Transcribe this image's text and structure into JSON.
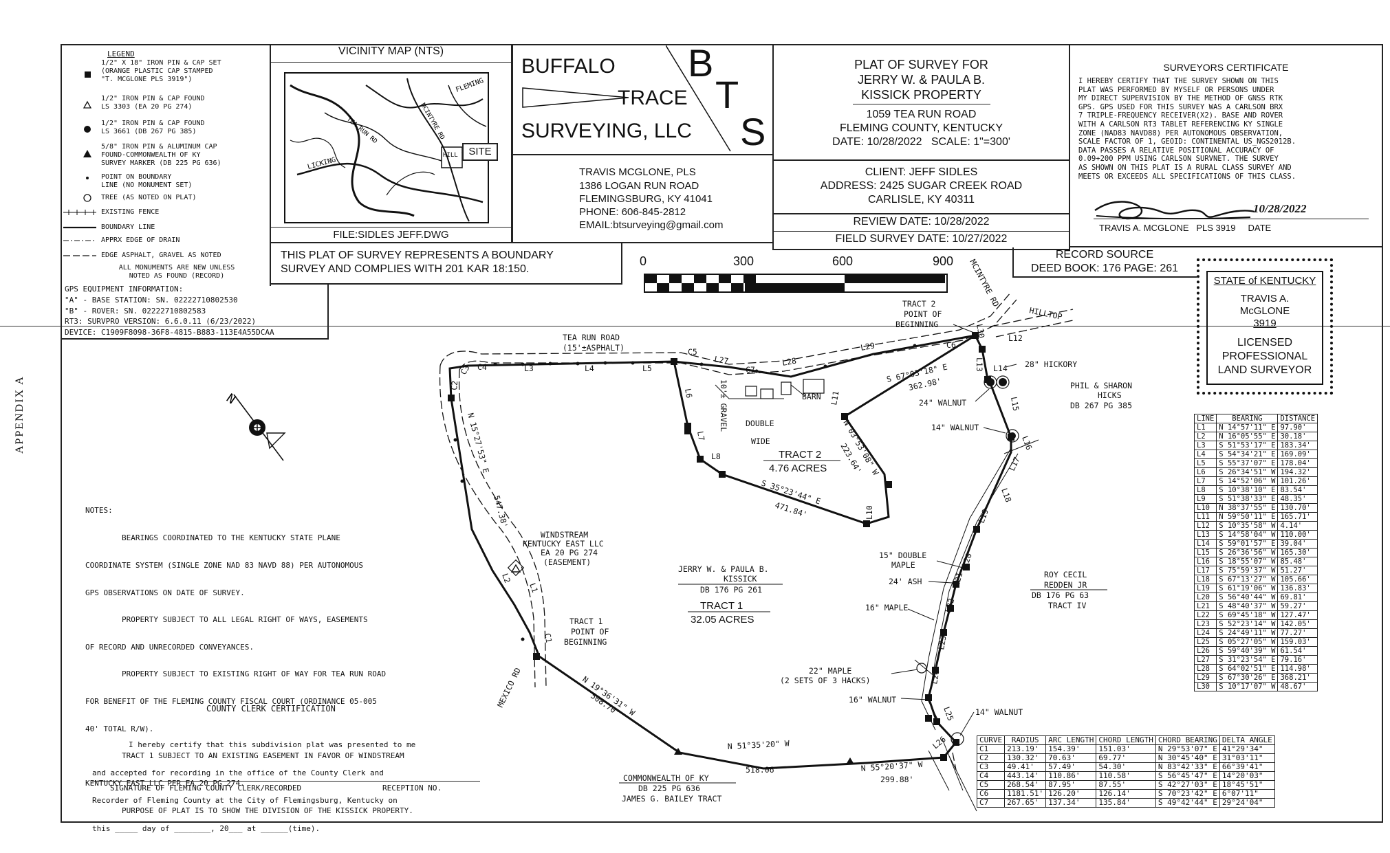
{
  "sheet_side_label": "APPENDIX A",
  "legend": {
    "title": "LEGEND",
    "items": [
      {
        "symbol": "square",
        "text": "1/2\" X 18\" IRON PIN & CAP SET\n(ORANGE PLASTIC CAP STAMPED\n\"T. MCGLONE PLS 3919\")"
      },
      {
        "symbol": "triangle-open",
        "text": "1/2\" IRON PIN & CAP FOUND\nLS 3303 (EA 20 PG 274)"
      },
      {
        "symbol": "circle-filled",
        "text": "1/2\" IRON PIN & CAP FOUND\nLS 3661 (DB 267 PG 385)"
      },
      {
        "symbol": "triangle-filled",
        "text": "5/8\" IRON PIN & ALUMINUM CAP\nFOUND-COMMONWEALTH OF KY\nSURVEY MARKER (DB 225 PG 636)"
      },
      {
        "symbol": "dot",
        "text": "POINT ON BOUNDARY\nLINE (NO MONUMENT SET)"
      },
      {
        "symbol": "circle-open",
        "text": "TREE (AS NOTED ON PLAT)"
      },
      {
        "symbol": "fence",
        "text": "EXISTING FENCE"
      },
      {
        "symbol": "boundary",
        "text": "BOUNDARY LINE"
      },
      {
        "symbol": "drain",
        "text": "APPRX EDGE OF DRAIN"
      },
      {
        "symbol": "asphalt",
        "text": "EDGE ASPHALT, GRAVEL AS NOTED"
      }
    ],
    "footnote": "ALL MONUMENTS ARE NEW UNLESS\nNOTED AS FOUND (RECORD)"
  },
  "gps": {
    "title": "GPS EQUIPMENT INFORMATION:",
    "lines": [
      "\"A\" - BASE STATION: SN. 02222710802530",
      "\"B\" - ROVER: SN. 02222710802583",
      "RT3: SURVPRO VERSION: 6.6.0.11 (6/23/2022)",
      "DEVICE: C1909F8098-36F8-4815-B883-113E4A55DCAA"
    ]
  },
  "vicinity": {
    "title": "VICINITY MAP (NTS)",
    "site_label": "SITE",
    "labels": [
      "FLEMING",
      "MCINTYRE RD",
      "TEA RUN RD",
      "LICKING",
      "HILL TOP"
    ],
    "file": "FILE:SIDLES JEFF.DWG"
  },
  "boundary_note": "THIS PLAT OF SURVEY REPRESENTS A BOUNDARY\nSURVEY AND COMPLIES WITH 201 KAR 18:150.",
  "company": {
    "name_line1": "BUFFALO",
    "name_line2": "TRACE",
    "name_line3": "SURVEYING, LLC",
    "monogram": [
      "B",
      "T",
      "S"
    ],
    "contact": [
      "TRAVIS MCGLONE, PLS",
      "1386 LOGAN RUN ROAD",
      "FLEMINGSBURG, KY 41041",
      "PHONE: 606-845-2812",
      "EMAIL:btsurveying@gmail.com"
    ]
  },
  "title_block": {
    "lines": [
      "PLAT OF SURVEY FOR",
      "JERRY W. & PAULA B.",
      "KISSICK PROPERTY"
    ],
    "address": [
      "1059 TEA RUN ROAD",
      "FLEMING COUNTY, KENTUCKY"
    ],
    "date_scale": "DATE: 10/28/2022   SCALE: 1\"=300'",
    "client": [
      "CLIENT: JEFF SIDLES",
      "ADDRESS: 2425 SUGAR CREEK ROAD",
      "CARLISLE, KY 40311"
    ],
    "review_date": "REVIEW DATE: 10/28/2022",
    "field_date": "FIELD SURVEY DATE: 10/27/2022"
  },
  "record_source": {
    "title": "RECORD SOURCE",
    "text": "DEED BOOK: 176 PAGE: 261"
  },
  "surveyor_cert": {
    "title": "SURVEYORS CERTIFICATE",
    "lines": [
      "I HEREBY CERTIFY THAT THE SURVEY SHOWN ON THIS",
      "PLAT WAS PERFORMED BY MYSELF OR PERSONS UNDER",
      "MY DIRECT SUPERVISION BY THE METHOD OF GNSS RTK",
      "GPS. GPS USED FOR THIS SURVEY WAS A CARLSON BRX",
      "7 TRIPLE-FREQUENCY RECEIVER(X2). BASE AND ROVER",
      "WITH A CARLSON RT3 TABLET REFERENCING KY SINGLE",
      "ZONE (NAD83 NAVD88) PER AUTONOMOUS OBSERVATION,",
      "SCALE FACTOR OF 1, GEOID: CONTINENTAL US_NGS2012B.",
      "DATA PASSES A RELATIVE POSITIONAL ACCURACY OF",
      "0.09+200 PPM USING CARLSON SURVNET. THE SURVEY",
      "AS SHOWN ON THIS PLAT IS A RURAL CLASS SURVEY AND",
      "MEETS OR EXCEEDS ALL SPECIFICATIONS OF THIS CLASS."
    ],
    "signature_date": "10/28/2022",
    "sign_line": "TRAVIS A. MCGLONE   PLS 3919     DATE"
  },
  "seal": {
    "state": "STATE of KENTUCKY",
    "name": "TRAVIS A.",
    "name2": "McGLONE",
    "number": "3919",
    "title": [
      "LICENSED",
      "PROFESSIONAL",
      "LAND SURVEYOR"
    ]
  },
  "scale_bar": {
    "ticks": [
      "0",
      "300",
      "600",
      "900"
    ]
  },
  "notes": {
    "title": "NOTES:",
    "lines": [
      "        BEARINGS COORDINATED TO THE KENTUCKY STATE PLANE",
      "COORDINATE SYSTEM (SINGLE ZONE NAD 83 NAVD 88) PER AUTONOMOUS",
      "GPS OBSERVATIONS ON DATE OF SURVEY.",
      "        PROPERTY SUBJECT TO ALL LEGAL RIGHT OF WAYS, EASEMENTS",
      "OF RECORD AND UNRECORDED CONVEYANCES.",
      "        PROPERTY SUBJECT TO EXISTING RIGHT OF WAY FOR TEA RUN ROAD",
      "FOR BENEFIT OF THE FLEMING COUNTY FISCAL COURT (ORDINANCE 05-005",
      "40' TOTAL R/W).",
      "        TRACT 1 SUBJECT TO AN EXISTING EASEMENT IN FAVOR OF WINDSTREAM",
      "KENTUCKY EAST LLC PER EA 20 PG 274.",
      "        PURPOSE OF PLAT IS TO SHOW THE DIVISION OF THE KISSICK PROPERTY."
    ]
  },
  "county_clerk": {
    "title": "COUNTY CLERK CERTIFICATION",
    "lines": [
      "        I hereby certify that this subdivision plat was presented to me",
      "and accepted for recording in the office of the County Clerk and",
      "Recorder of Fleming County at the City of Flemingsburg, Kentucky on",
      "this _____ day of ________, 20___ at ______(time)."
    ],
    "signature": "SIGNATURE OF FLEMING COUNTY CLERK/RECORDED",
    "reception": "RECEPTION NO."
  },
  "plan": {
    "road_name": "TEA RUN ROAD",
    "road_width": "(15'±ASPHALT)",
    "mcintyre": "MCINTYRE RD",
    "hilltop": "HILLTOP",
    "mexico": "MEXICO RD",
    "tract2_pob": [
      "TRACT 2",
      "POINT OF",
      "BEGINNING"
    ],
    "tract1_pob": [
      "TRACT 1",
      "POINT OF",
      "BEGINNING"
    ],
    "tract2": [
      "TRACT 2",
      "4.76 ACRES"
    ],
    "tract1": [
      "TRACT 1",
      "32.05 ACRES"
    ],
    "owner": [
      "JERRY W. & PAULA B.",
      "KISSICK",
      "DB 176 PG 261"
    ],
    "windstream": [
      "WINDSTREAM",
      "KENTUCKY EAST LLC",
      "EA 20 PG 274",
      "(EASEMENT)"
    ],
    "hicks": [
      "PHIL & SHARON",
      "HICKS",
      "DB 267 PG 385"
    ],
    "redden": [
      "ROY CECIL",
      "REDDEN JR",
      "DB 176 PG 63",
      "TRACT IV"
    ],
    "commonwealth": [
      "COMMONWEALTH OF KY",
      "DB 225 PG 636",
      "JAMES G. BAILEY TRACT"
    ],
    "double_wide": [
      "DOUBLE",
      "WIDE"
    ],
    "barn": "BARN",
    "gravel": "10'± GRAVEL",
    "trees": {
      "hickory": "28\" HICKORY",
      "walnut24": "24\" WALNUT",
      "walnut14": "14\" WALNUT",
      "maple15": [
        "15\" DOUBLE",
        "MAPLE"
      ],
      "ash": "24' ASH",
      "maple16": "16\" MAPLE",
      "maple22": [
        "22\" MAPLE",
        "(2 SETS OF 3 HACKS)"
      ],
      "walnut16": "16\" WALNUT",
      "walnut14b": "14\" WALNUT"
    },
    "bearings": {
      "b1": "N 15°27'53\" E",
      "d1": "547.38'",
      "b2": "S 67°03'18\" E",
      "d2": "362.98'",
      "b3": "N 03°53'08\" W",
      "d3": "223.64'",
      "b4": "S 35°23'44\" E",
      "d4": "471.84'",
      "b5": "N 19°36'31\" W",
      "d5": "508.70'",
      "b6": "N 51°35'20\" W",
      "d6": "518.06'",
      "b7": "N 55°20'37\" W",
      "d7": "299.88'"
    },
    "line_labels": [
      "L1",
      "L2",
      "L3",
      "L4",
      "L5",
      "L6",
      "L7",
      "L8",
      "L10",
      "L11",
      "L12",
      "L13",
      "L14",
      "L15",
      "L16",
      "L17",
      "L18",
      "L19",
      "L20",
      "L21",
      "L22",
      "L23",
      "L24",
      "L25",
      "L26",
      "L27",
      "L28",
      "L29",
      "L30",
      "C1",
      "C2",
      "C3",
      "C4",
      "C5",
      "C6",
      "C7"
    ]
  },
  "line_table": {
    "headers": [
      "LINE",
      "BEARING",
      "DISTANCE"
    ],
    "rows": [
      [
        "L1",
        "N 14°57'11\" E",
        "97.90'"
      ],
      [
        "L2",
        "N 16°05'55\" E",
        "30.18'"
      ],
      [
        "L3",
        "S 51°53'17\" E",
        "183.34'"
      ],
      [
        "L4",
        "S 54°34'21\" E",
        "169.09'"
      ],
      [
        "L5",
        "S 55°37'07\" E",
        "178.04'"
      ],
      [
        "L6",
        "S 26°34'51\" W",
        "194.32'"
      ],
      [
        "L7",
        "S 14°52'06\" W",
        "101.26'"
      ],
      [
        "L8",
        "S 10°38'10\" E",
        "83.54'"
      ],
      [
        "L9",
        "S 51°38'33\" E",
        "48.35'"
      ],
      [
        "L10",
        "N 38°37'55\" E",
        "130.70'"
      ],
      [
        "L11",
        "N 59°50'11\" E",
        "165.71'"
      ],
      [
        "L12",
        "S 10°35'58\" W",
        "4.14'"
      ],
      [
        "L13",
        "S 14°58'04\" W",
        "110.00'"
      ],
      [
        "L14",
        "S 59°01'57\" E",
        "39.04'"
      ],
      [
        "L15",
        "S 26°36'56\" W",
        "165.30'"
      ],
      [
        "L16",
        "S 18°55'07\" W",
        "85.48'"
      ],
      [
        "L17",
        "S 75°59'37\" W",
        "51.27'"
      ],
      [
        "L18",
        "S 67°13'27\" W",
        "105.66'"
      ],
      [
        "L19",
        "S 61°19'06\" W",
        "136.83'"
      ],
      [
        "L20",
        "S 56°40'44\" W",
        "69.81'"
      ],
      [
        "L21",
        "S 48°40'37\" W",
        "59.27'"
      ],
      [
        "L22",
        "S 69°45'18\" W",
        "127.47'"
      ],
      [
        "L23",
        "S 52°23'14\" W",
        "142.05'"
      ],
      [
        "L24",
        "S 24°49'11\" W",
        "77.27'"
      ],
      [
        "L25",
        "S 05°27'05\" W",
        "159.03'"
      ],
      [
        "L26",
        "S 59°40'39\" W",
        "61.54'"
      ],
      [
        "L27",
        "S 31°23'54\" E",
        "79.16'"
      ],
      [
        "L28",
        "S 64°02'51\" E",
        "114.98'"
      ],
      [
        "L29",
        "S 67°30'26\" E",
        "368.21'"
      ],
      [
        "L30",
        "S 10°17'07\" W",
        "48.67'"
      ]
    ]
  },
  "curve_table": {
    "headers": [
      "CURVE",
      "RADIUS",
      "ARC LENGTH",
      "CHORD LENGTH",
      "CHORD BEARING",
      "DELTA ANGLE"
    ],
    "rows": [
      [
        "C1",
        "213.19'",
        "154.39'",
        "151.03'",
        "N 29°53'07\" E",
        "41°29'34\""
      ],
      [
        "C2",
        "130.32'",
        "70.63'",
        "69.77'",
        "N 30°45'40\" E",
        "31°03'11\""
      ],
      [
        "C3",
        "49.41'",
        "57.49'",
        "54.30'",
        "N 83°42'33\" E",
        "66°39'41\""
      ],
      [
        "C4",
        "443.14'",
        "110.86'",
        "110.58'",
        "S 56°45'47\" E",
        "14°20'03\""
      ],
      [
        "C5",
        "268.54'",
        "87.95'",
        "87.55'",
        "S 42°27'03\" E",
        "18°45'51\""
      ],
      [
        "C6",
        "1181.51'",
        "126.20'",
        "126.14'",
        "S 70°23'42\" E",
        "6°07'11\""
      ],
      [
        "C7",
        "267.65'",
        "137.34'",
        "135.84'",
        "S 49°42'44\" E",
        "29°24'04\""
      ]
    ]
  }
}
